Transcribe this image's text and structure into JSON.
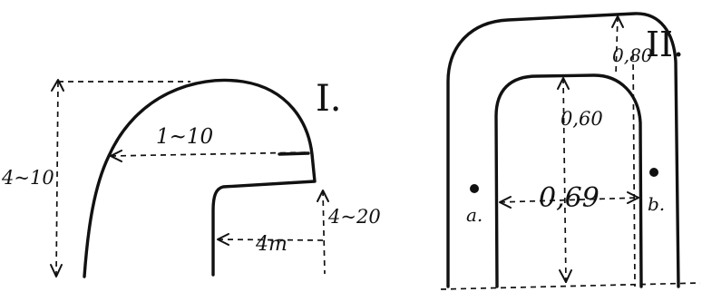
{
  "figure_1": {
    "roman_numeral": "I.",
    "labels": {
      "height": "4~10",
      "radius": "1~10",
      "width": "4m",
      "step": "4~20"
    }
  },
  "figure_2": {
    "roman_numeral": "II.",
    "labels": {
      "wall_thickness": "0,80",
      "inner_height": "0,60",
      "inner_width": "0,69",
      "point_left": "a.",
      "point_right": "b."
    }
  }
}
